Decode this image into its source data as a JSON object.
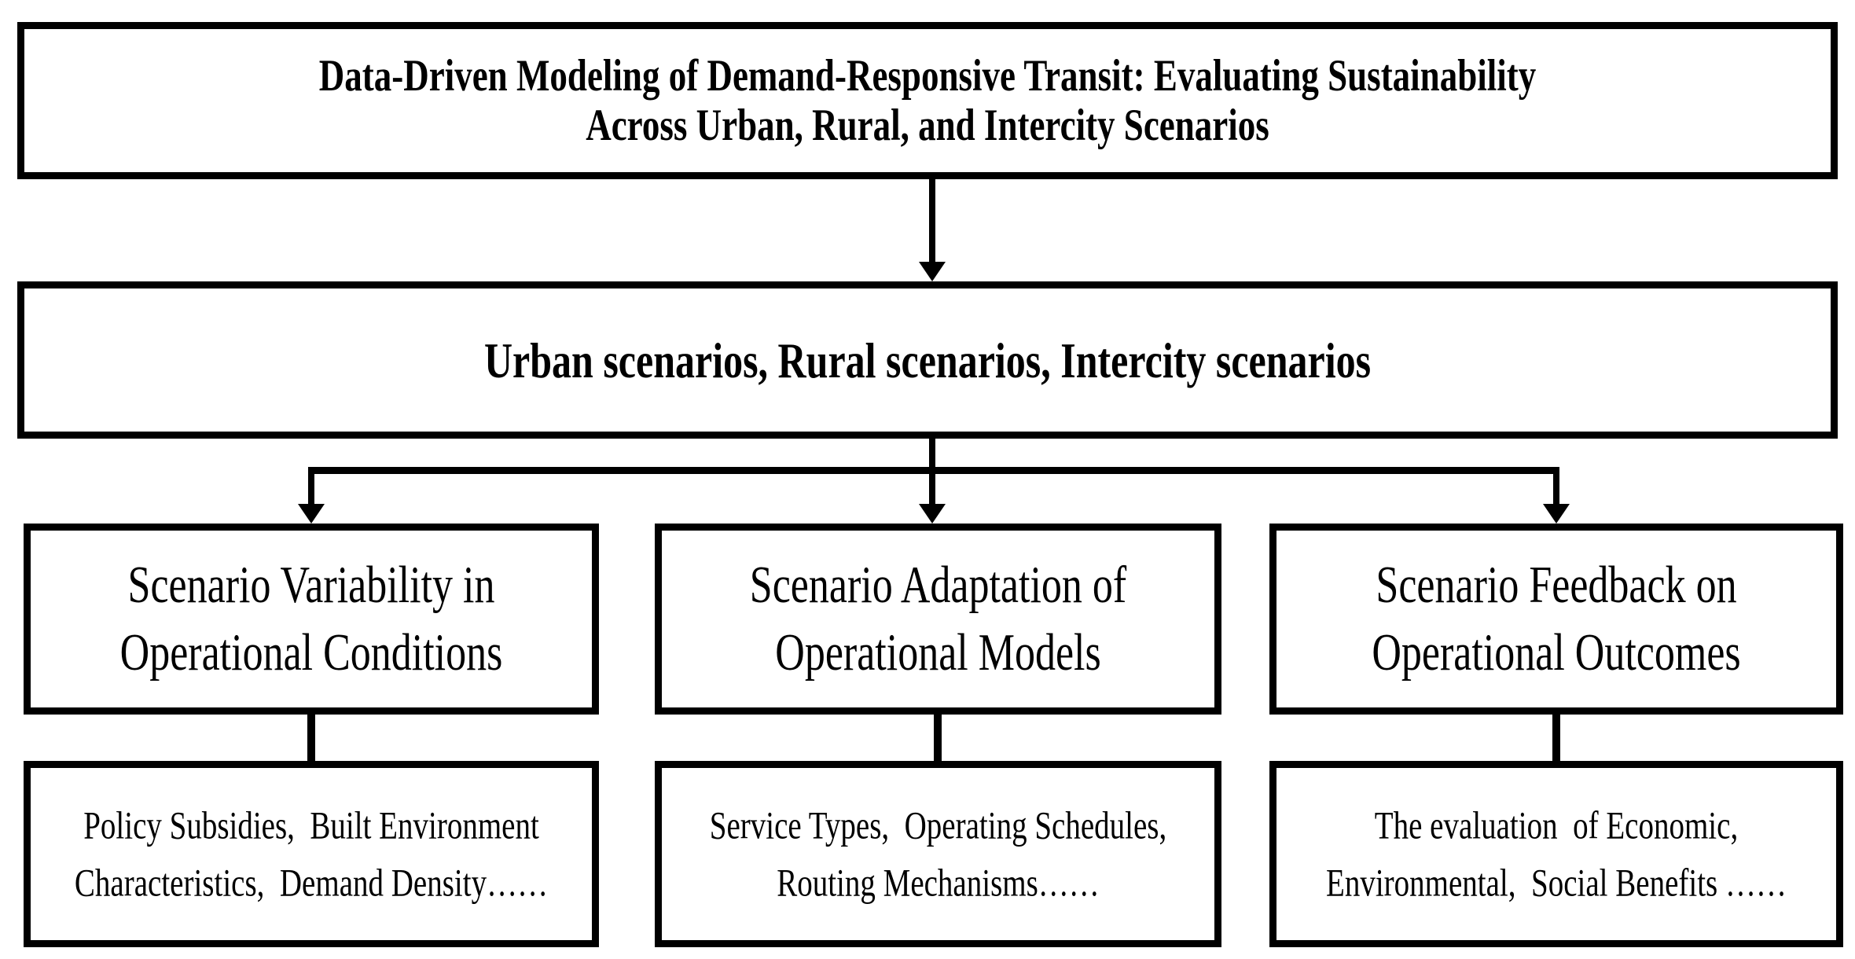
{
  "diagram": {
    "title": {
      "line1": "Data-Driven Modeling of Demand-Responsive Transit: Evaluating Sustainability",
      "line2": "Across Urban, Rural, and Intercity Scenarios"
    },
    "scenarios_box": {
      "label": "Urban scenarios, Rural scenarios, Intercity scenarios"
    },
    "branches": [
      {
        "heading": {
          "line1": "Scenario Variability in",
          "line2": "Operational Conditions"
        },
        "details": {
          "line1": "Policy Subsidies,  Built Environment",
          "line2": "Characteristics,  Demand Density……"
        }
      },
      {
        "heading": {
          "line1": "Scenario Adaptation of",
          "line2": "Operational Models"
        },
        "details": {
          "line1": "Service Types,  Operating Schedules,",
          "line2": "Routing Mechanisms……"
        }
      },
      {
        "heading": {
          "line1": "Scenario Feedback on",
          "line2": "Operational Outcomes"
        },
        "details": {
          "line1": "The evaluation  of Economic,",
          "line2": "Environmental,  Social Benefits ……"
        }
      }
    ],
    "colors": {
      "line": "#000000",
      "background": "#ffffff",
      "text": "#000000"
    }
  }
}
